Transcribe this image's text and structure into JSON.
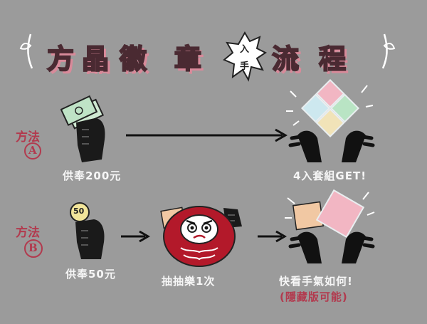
{
  "title": {
    "chars": [
      "方",
      "晶",
      "徽",
      "章"
    ],
    "badge_top": "入",
    "badge_bottom": "手",
    "tail_chars": [
      "流",
      "程"
    ]
  },
  "method_a": {
    "label_top": "方法",
    "label_letter": "A",
    "pay_caption": "供奉200元",
    "result_caption": "4入套組GET!"
  },
  "method_b": {
    "label_top": "方法",
    "label_letter": "B",
    "coin_value": "50",
    "pay_caption": "供奉50元",
    "draw_caption": "抽抽樂1次",
    "result_caption": "快看手氣如何!",
    "hidden_caption": "(隱藏版可能)"
  },
  "colors": {
    "background": "#9b9b9b",
    "accent": "#b23a4e",
    "pink": "#f2b6c3",
    "mint": "#b9e4c4",
    "peach": "#f1c8a3",
    "lightblue": "#cde8ef"
  }
}
